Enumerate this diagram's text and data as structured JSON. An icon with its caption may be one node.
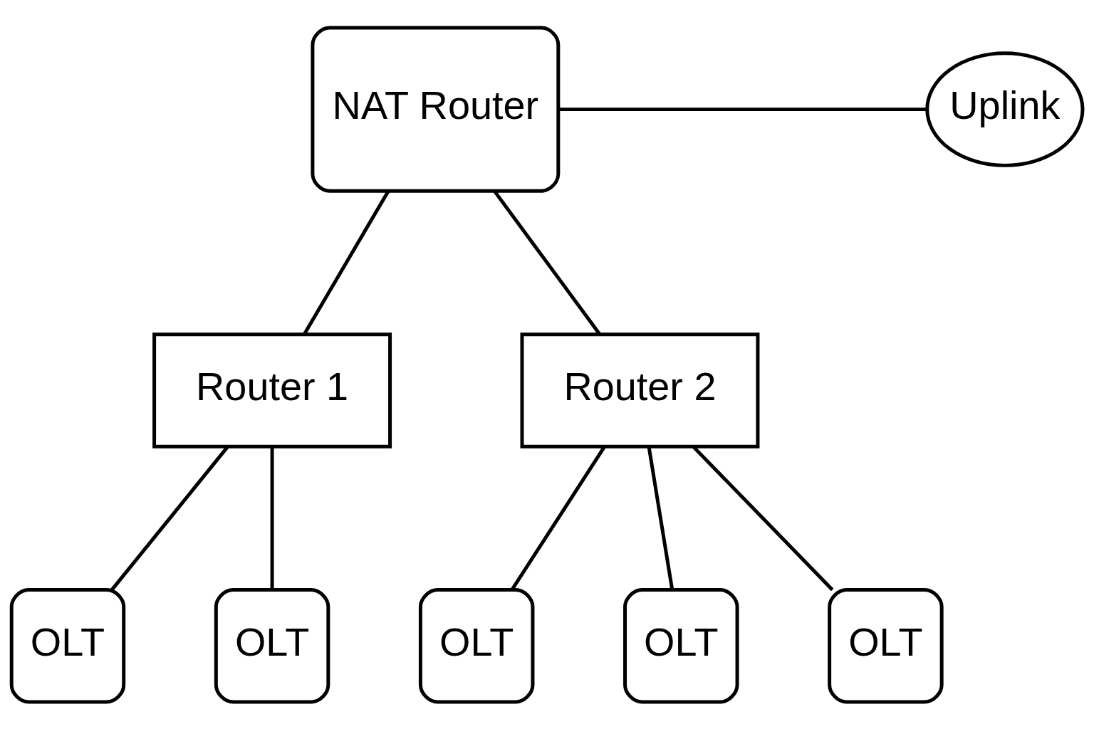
{
  "diagram": {
    "nodes": [
      {
        "text": [
          "NAT Router"
        ]
      },
      {
        "text": [
          "Uplink"
        ]
      },
      {
        "text": [
          "Router 1"
        ]
      },
      {
        "text": [
          "Router 2"
        ]
      },
      {
        "text": [
          "OLT"
        ]
      },
      {
        "text": [
          "OLT"
        ]
      },
      {
        "text": [
          "OLT"
        ]
      },
      {
        "text": [
          "OLT"
        ]
      },
      {
        "text": [
          "OLT"
        ]
      }
    ],
    "edges": [
      {
        "from": 0,
        "to": 1,
        "arrow": "none"
      },
      {
        "from": 0,
        "to": 2,
        "arrow": "none"
      },
      {
        "from": 0,
        "to": 3,
        "arrow": "none"
      },
      {
        "from": 2,
        "to": 4,
        "arrow": "none"
      },
      {
        "from": 2,
        "to": 5,
        "arrow": "none"
      },
      {
        "from": 3,
        "to": 6,
        "arrow": "none"
      },
      {
        "from": 3,
        "to": 7,
        "arrow": "none"
      },
      {
        "from": 3,
        "to": 8,
        "arrow": "none"
      }
    ]
  }
}
